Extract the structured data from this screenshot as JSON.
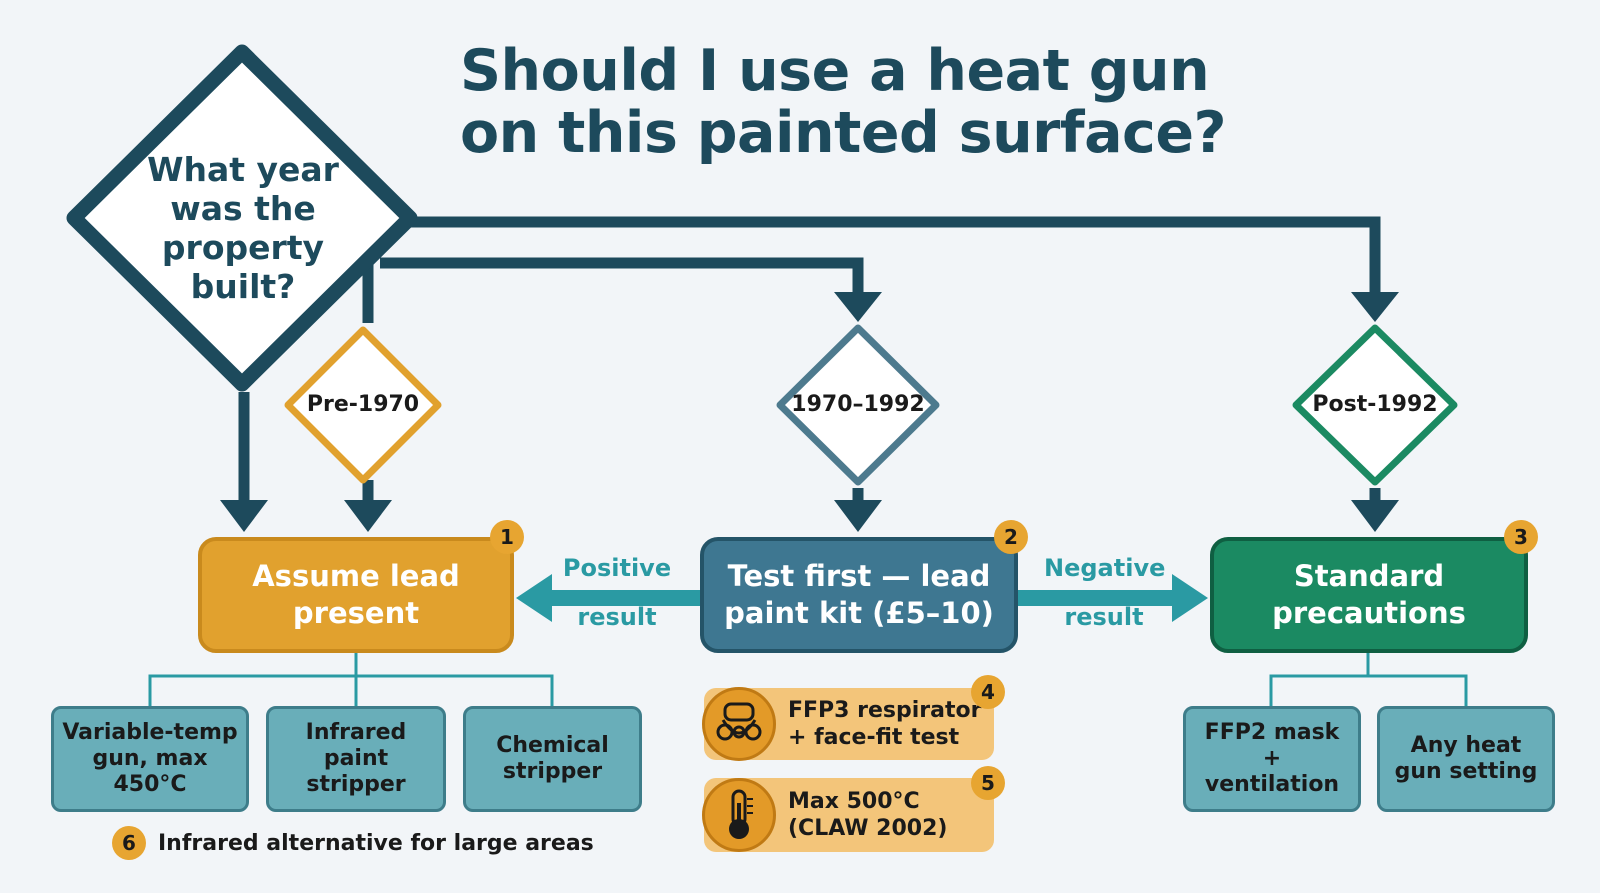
{
  "title": {
    "line1": "Should I use a heat gun",
    "line2": "on this painted surface?"
  },
  "question": "What year was the property built?",
  "branches": {
    "pre": "Pre-1970",
    "mid": "1970–1992",
    "post": "Post-1992"
  },
  "outcomes": {
    "lead": {
      "num": "1",
      "label": "Assume lead present"
    },
    "test": {
      "num": "2",
      "label": "Test first — lead paint kit (£5–10)"
    },
    "std": {
      "num": "3",
      "label": "Standard precautions"
    }
  },
  "edges": {
    "positive_1": "Positive",
    "positive_2": "result",
    "negative_1": "Negative",
    "negative_2": "result"
  },
  "lead_options": [
    {
      "label": "Variable-temp gun, max 450°C"
    },
    {
      "label": "Infrared paint stripper"
    },
    {
      "label": "Chemical stripper"
    }
  ],
  "std_options": [
    {
      "label": "FFP2 mask + ventilation"
    },
    {
      "label": "Any heat gun setting"
    }
  ],
  "requirements": [
    {
      "num": "4",
      "label": "FFP3 respirator + face-fit test",
      "icon": "respirator-icon"
    },
    {
      "num": "5",
      "label": "Max 500°C (CLAW 2002)",
      "icon": "thermometer-icon"
    }
  ],
  "note": {
    "num": "6",
    "label": "Infrared alternative for large areas"
  },
  "colors": {
    "navy": "#1d4a5c",
    "amber": "#e1a12e",
    "slate": "#3e7791",
    "green": "#1b8a62",
    "teal": "#2a9aa3",
    "sub_fill": "#69aeb9"
  }
}
